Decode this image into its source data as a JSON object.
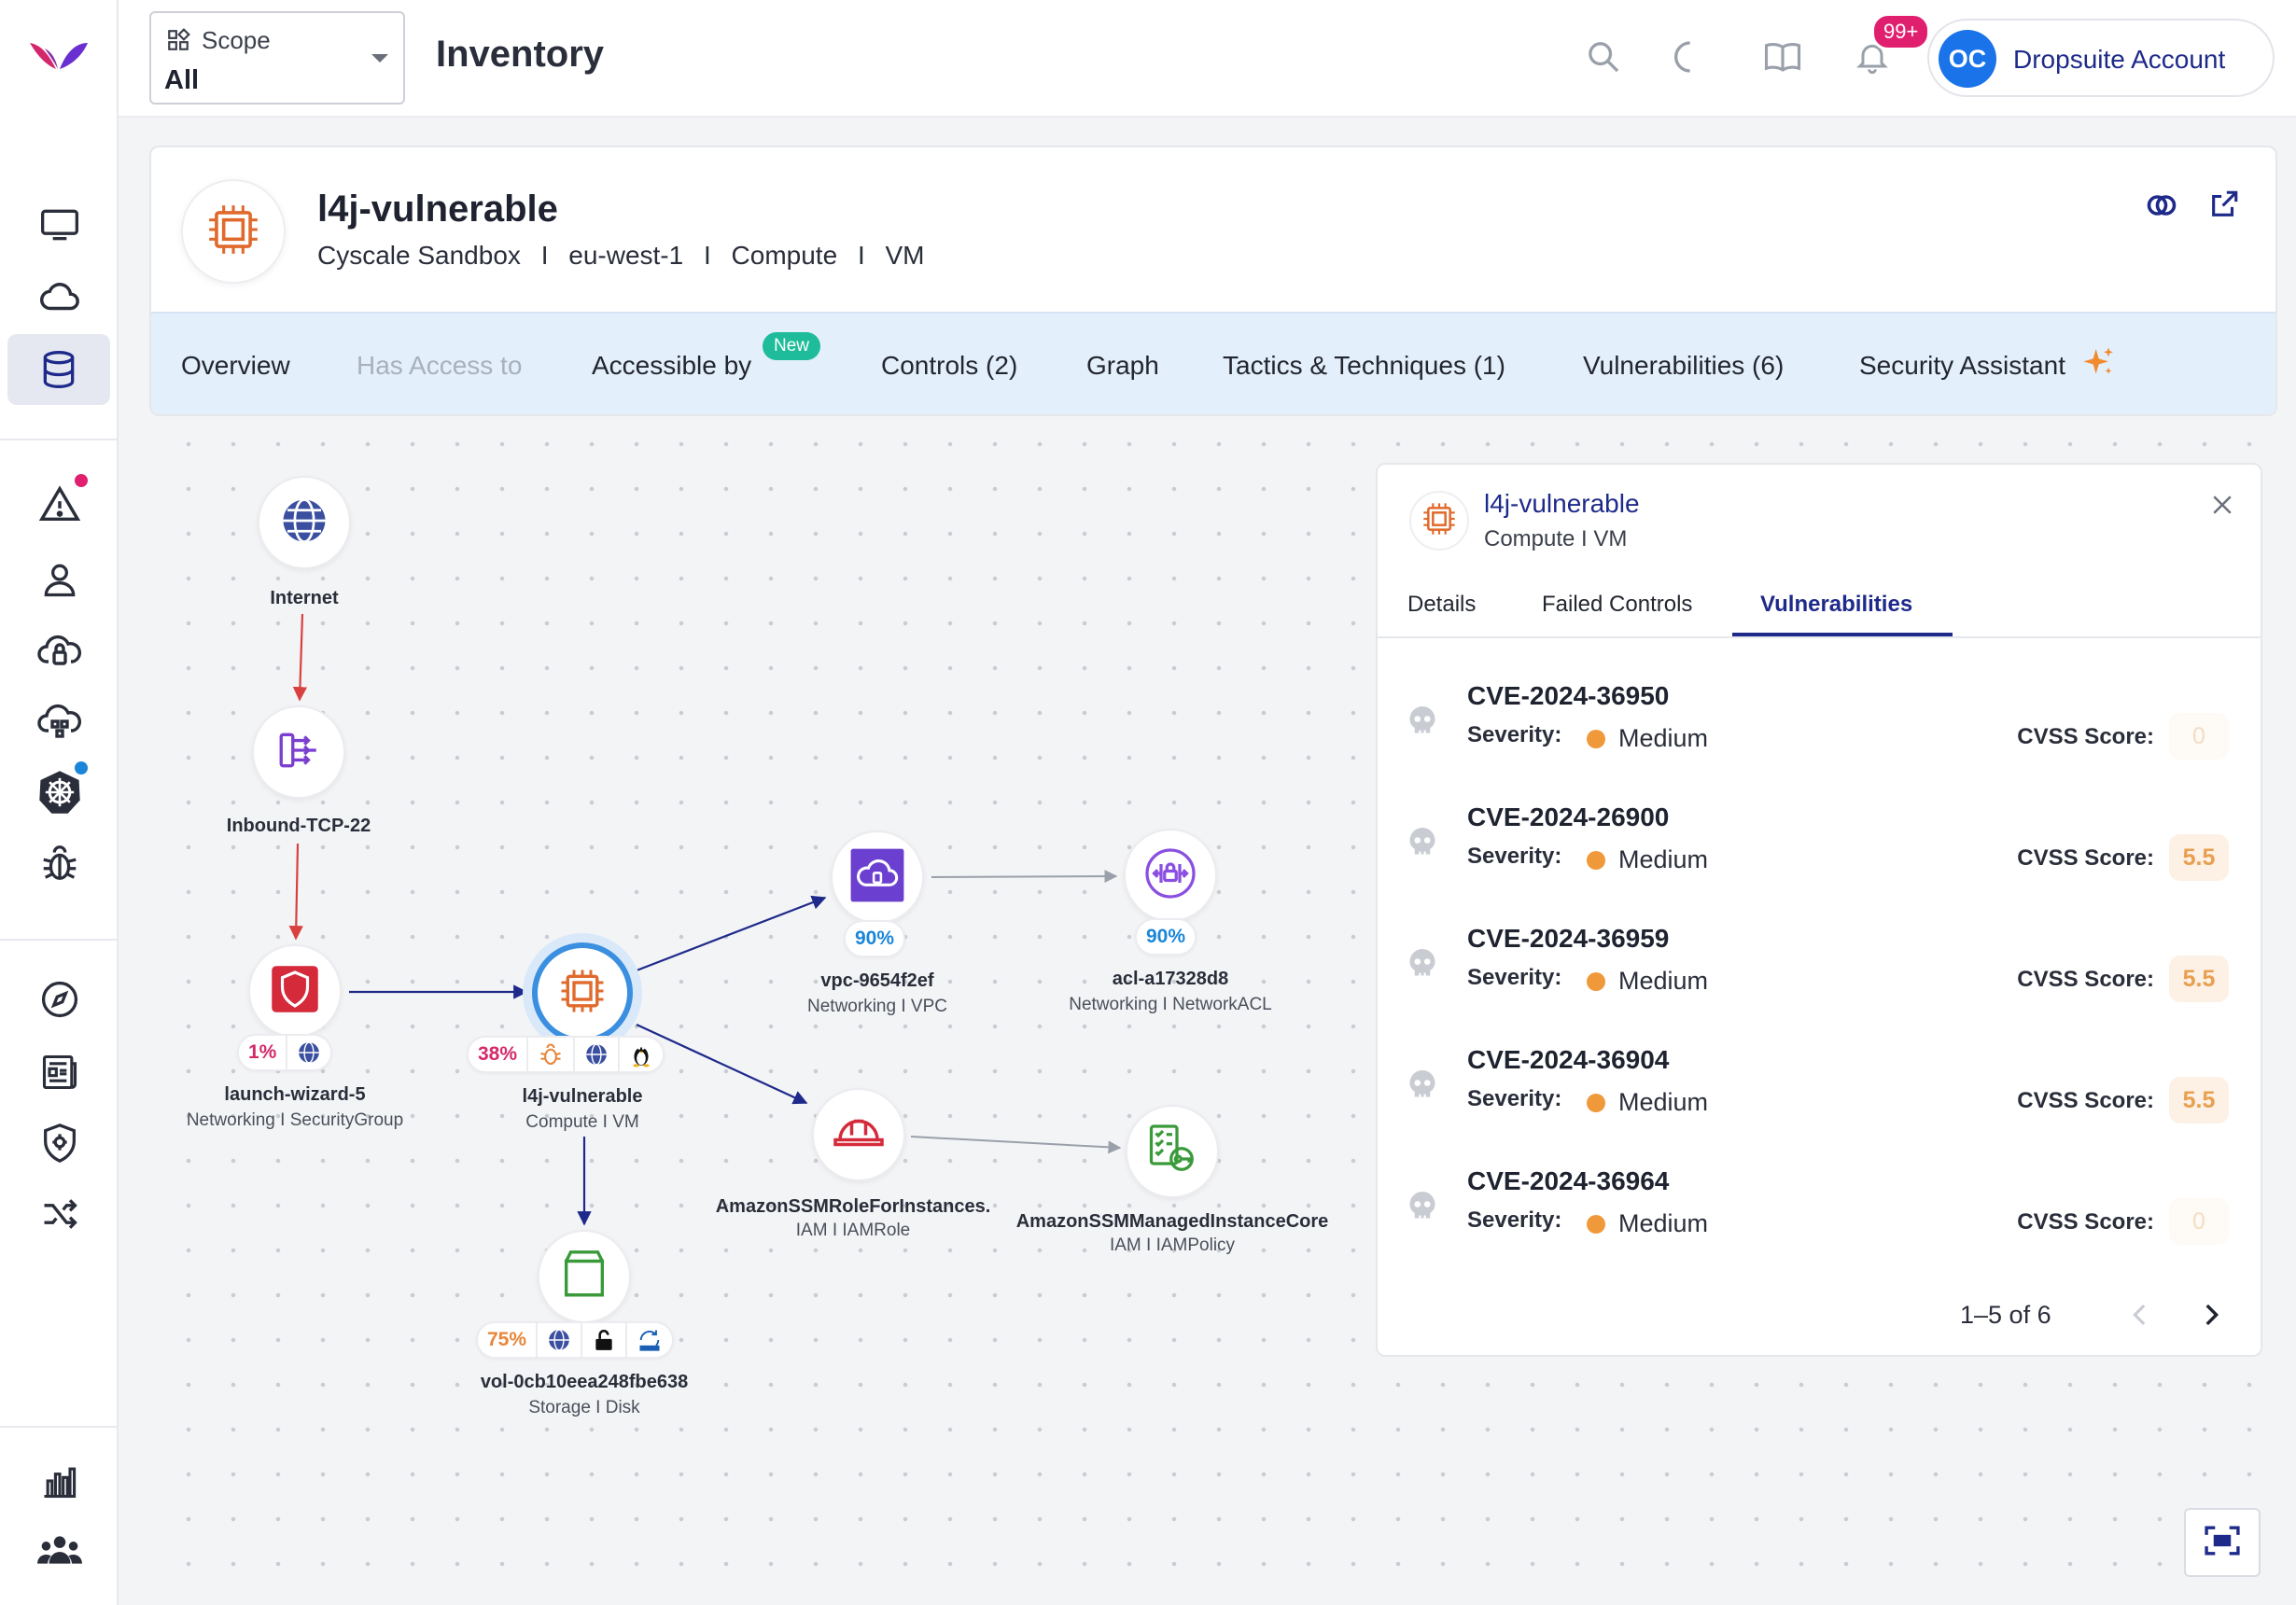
{
  "header": {
    "scope_label": "Scope",
    "scope_value": "All",
    "page_title": "Inventory",
    "notification_count": "99+",
    "account_initials": "OC",
    "account_name": "Dropsuite Account"
  },
  "resource": {
    "title": "l4j-vulnerable",
    "account": "Cyscale Sandbox",
    "region": "eu-west-1",
    "category": "Compute",
    "type": "VM",
    "separator": "I"
  },
  "tabs": [
    {
      "label": "Overview"
    },
    {
      "label": "Has Access to"
    },
    {
      "label": "Accessible by",
      "badge": "New"
    },
    {
      "label": "Controls (2)"
    },
    {
      "label": "Graph"
    },
    {
      "label": "Tactics & Techniques (1)"
    },
    {
      "label": "Vulnerabilities (6)"
    },
    {
      "label": "Security Assistant"
    }
  ],
  "graph": {
    "nodes": {
      "internet": {
        "label": "Internet"
      },
      "inbound": {
        "label": "Inbound-TCP-22"
      },
      "launch": {
        "label": "launch-wizard-5",
        "sub": "Networking I SecurityGroup",
        "pct": "1%"
      },
      "vm": {
        "label": "l4j-vulnerable",
        "sub": "Compute I VM",
        "pct": "38%"
      },
      "vpc": {
        "label": "vpc-9654f2ef",
        "sub": "Networking I VPC",
        "pct": "90%"
      },
      "acl": {
        "label": "acl-a17328d8",
        "sub": "Networking I NetworkACL",
        "pct": "90%"
      },
      "role": {
        "label": "AmazonSSMRoleForInstances.",
        "sub": "IAM I IAMRole"
      },
      "policy": {
        "label": "AmazonSSMManagedInstanceCore",
        "sub": "IAM I IAMPolicy"
      },
      "vol": {
        "label": "vol-0cb10eea248fbe638",
        "sub": "Storage I Disk",
        "pct": "75%"
      }
    }
  },
  "panel": {
    "title": "l4j-vulnerable",
    "subtitle": "Compute I VM",
    "tabs": [
      "Details",
      "Failed Controls",
      "Vulnerabilities"
    ],
    "severity_label": "Severity:",
    "cvss_label": "CVSS Score:",
    "vulnerabilities": [
      {
        "id": "CVE-2024-36950",
        "severity": "Medium",
        "cvss": "0"
      },
      {
        "id": "CVE-2024-26900",
        "severity": "Medium",
        "cvss": "5.5"
      },
      {
        "id": "CVE-2024-36959",
        "severity": "Medium",
        "cvss": "5.5"
      },
      {
        "id": "CVE-2024-36904",
        "severity": "Medium",
        "cvss": "5.5"
      },
      {
        "id": "CVE-2024-36964",
        "severity": "Medium",
        "cvss": "0"
      }
    ],
    "pager": "1–5 of 6"
  },
  "colors": {
    "accent": "#1e2a8a",
    "severity_medium": "#f0993a",
    "alert_red": "#d94040",
    "edge_blue": "#1e2a8a",
    "edge_gray": "#9aa0aa"
  }
}
